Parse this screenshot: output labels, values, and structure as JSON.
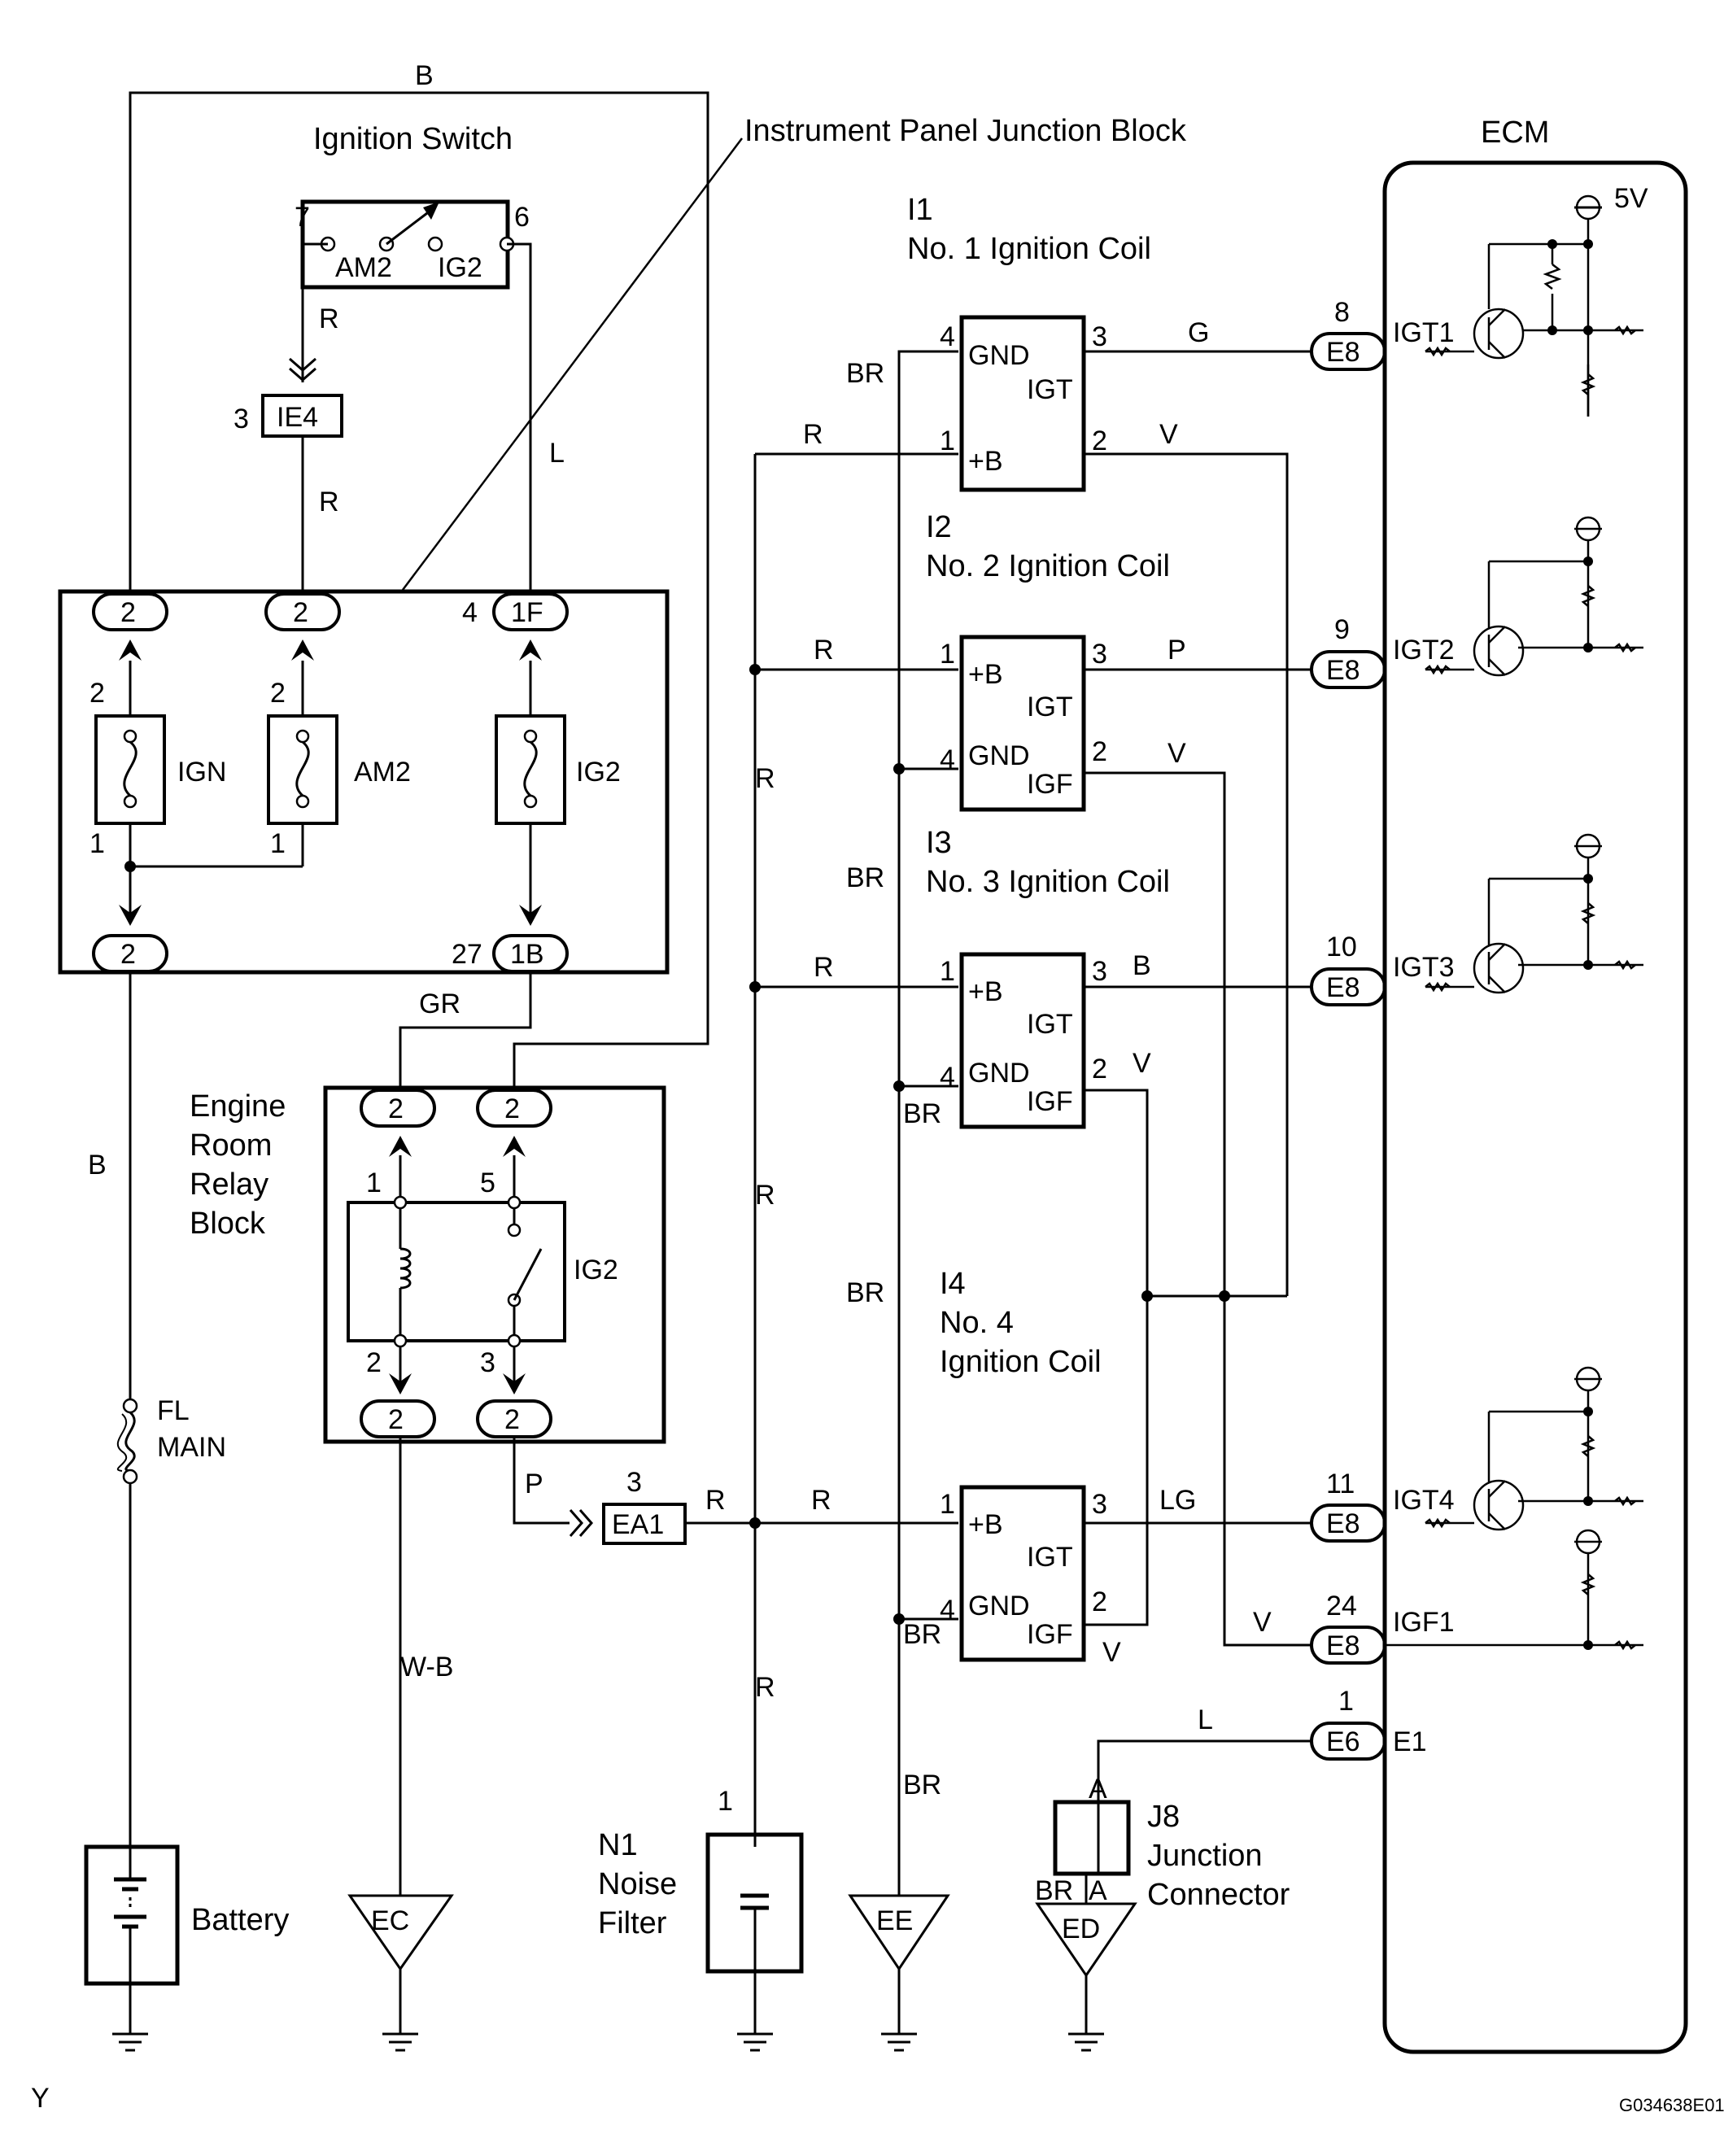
{
  "labels": {
    "ignition_switch": "Ignition Switch",
    "ipjb": "Instrument Panel Junction Block",
    "ecm": "ECM",
    "five_v": "5V",
    "am2": "AM2",
    "ig2": "IG2",
    "ign": "IGN",
    "ie4": "IE4",
    "ea1": "EA1",
    "engine_room": "Engine",
    "room": "Room",
    "relay": "Relay",
    "block": "Block",
    "fl": "FL",
    "main": "MAIN",
    "battery": "Battery",
    "n1": "N1",
    "noise": "Noise",
    "filter": "Filter",
    "j8": "J8",
    "junction": "Junction",
    "connector": "Connector",
    "e1": "E1",
    "footer_left": "Y",
    "footer_right": "G034638E01"
  },
  "coils": [
    {
      "id": "I1",
      "name": "No. 1 Ignition Coil"
    },
    {
      "id": "I2",
      "name": "No. 2 Ignition Coil"
    },
    {
      "id": "I3",
      "name": "No. 3 Ignition Coil"
    },
    {
      "id": "I4",
      "name_line1": "No. 4",
      "name_line2": "Ignition Coil"
    }
  ],
  "pins": {
    "gnd": "GND",
    "igt": "IGT",
    "igf": "IGF",
    "plus_b": "+B",
    "n1": "1",
    "n2": "2",
    "n3": "3",
    "n4": "4",
    "n5": "5",
    "n6": "6",
    "n7": "7",
    "n8": "8",
    "n9": "9",
    "n10": "10",
    "n11": "11",
    "n24": "24",
    "n27": "27",
    "c2": "2",
    "c1f": "1F",
    "c1b": "1B",
    "a": "A"
  },
  "ecm_pins": [
    "IGT1",
    "IGT2",
    "IGT3",
    "IGT4",
    "IGF1"
  ],
  "connectors": {
    "e8": "E8",
    "e6": "E6"
  },
  "grounds": [
    "EC",
    "EE",
    "ED"
  ],
  "wire_colors": {
    "b": "B",
    "r": "R",
    "l": "L",
    "gr": "GR",
    "g": "G",
    "v": "V",
    "p": "P",
    "br": "BR",
    "lg": "LG",
    "wb": "W-B"
  }
}
